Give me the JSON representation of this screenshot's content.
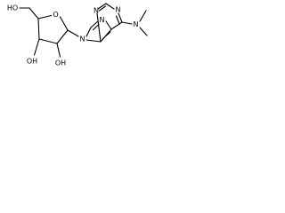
{
  "structure": {
    "atom_labels": {
      "hydroxymethyl_oh": "HO",
      "ring_oxygen": "O",
      "hydroxyl_c3": "OH",
      "hydroxyl_c2": "OH",
      "n9": "N",
      "n7": "N",
      "n1": "N",
      "n3": "N",
      "n6": "N"
    }
  }
}
